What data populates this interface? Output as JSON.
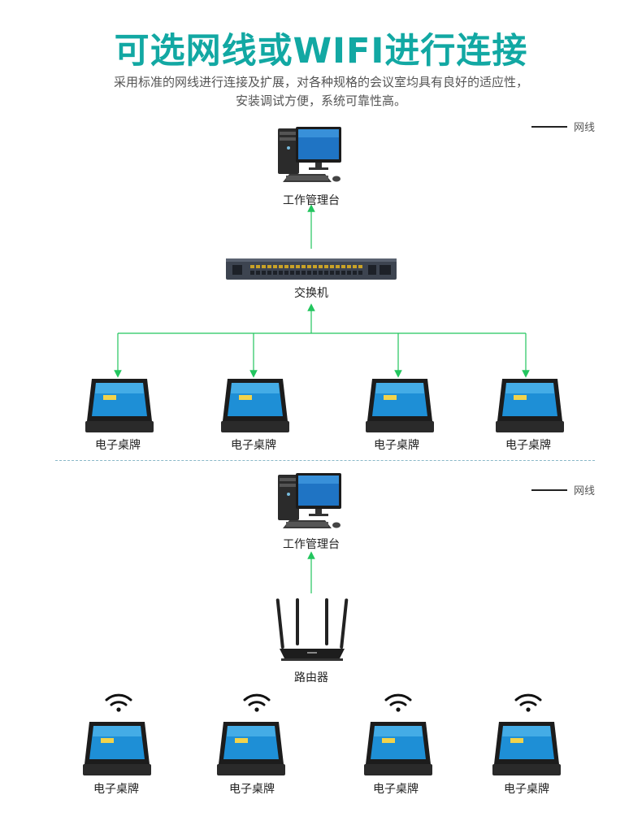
{
  "title": "可选网线或WIFI进行连接",
  "subtitle": {
    "line1": "采用标准的网线进行连接及扩展，对各种规格的会议室均具有良好的适应性，",
    "line2": "安装调试方便，系统可靠性高。"
  },
  "section_wired": {
    "legend": "网线",
    "workstation_label": "工作管理台",
    "switch_label": "交换机",
    "device_labels": [
      "电子桌牌",
      "电子桌牌",
      "电子桌牌",
      "电子桌牌"
    ]
  },
  "section_wifi": {
    "legend": "网线",
    "workstation_label": "工作管理台",
    "router_label": "路由器",
    "device_labels": [
      "电子桌牌",
      "电子桌牌",
      "电子桌牌",
      "电子桌牌"
    ]
  },
  "colors": {
    "title": "#12a8a3",
    "connector": "#22c55e",
    "divider": "#8ab8c8"
  }
}
